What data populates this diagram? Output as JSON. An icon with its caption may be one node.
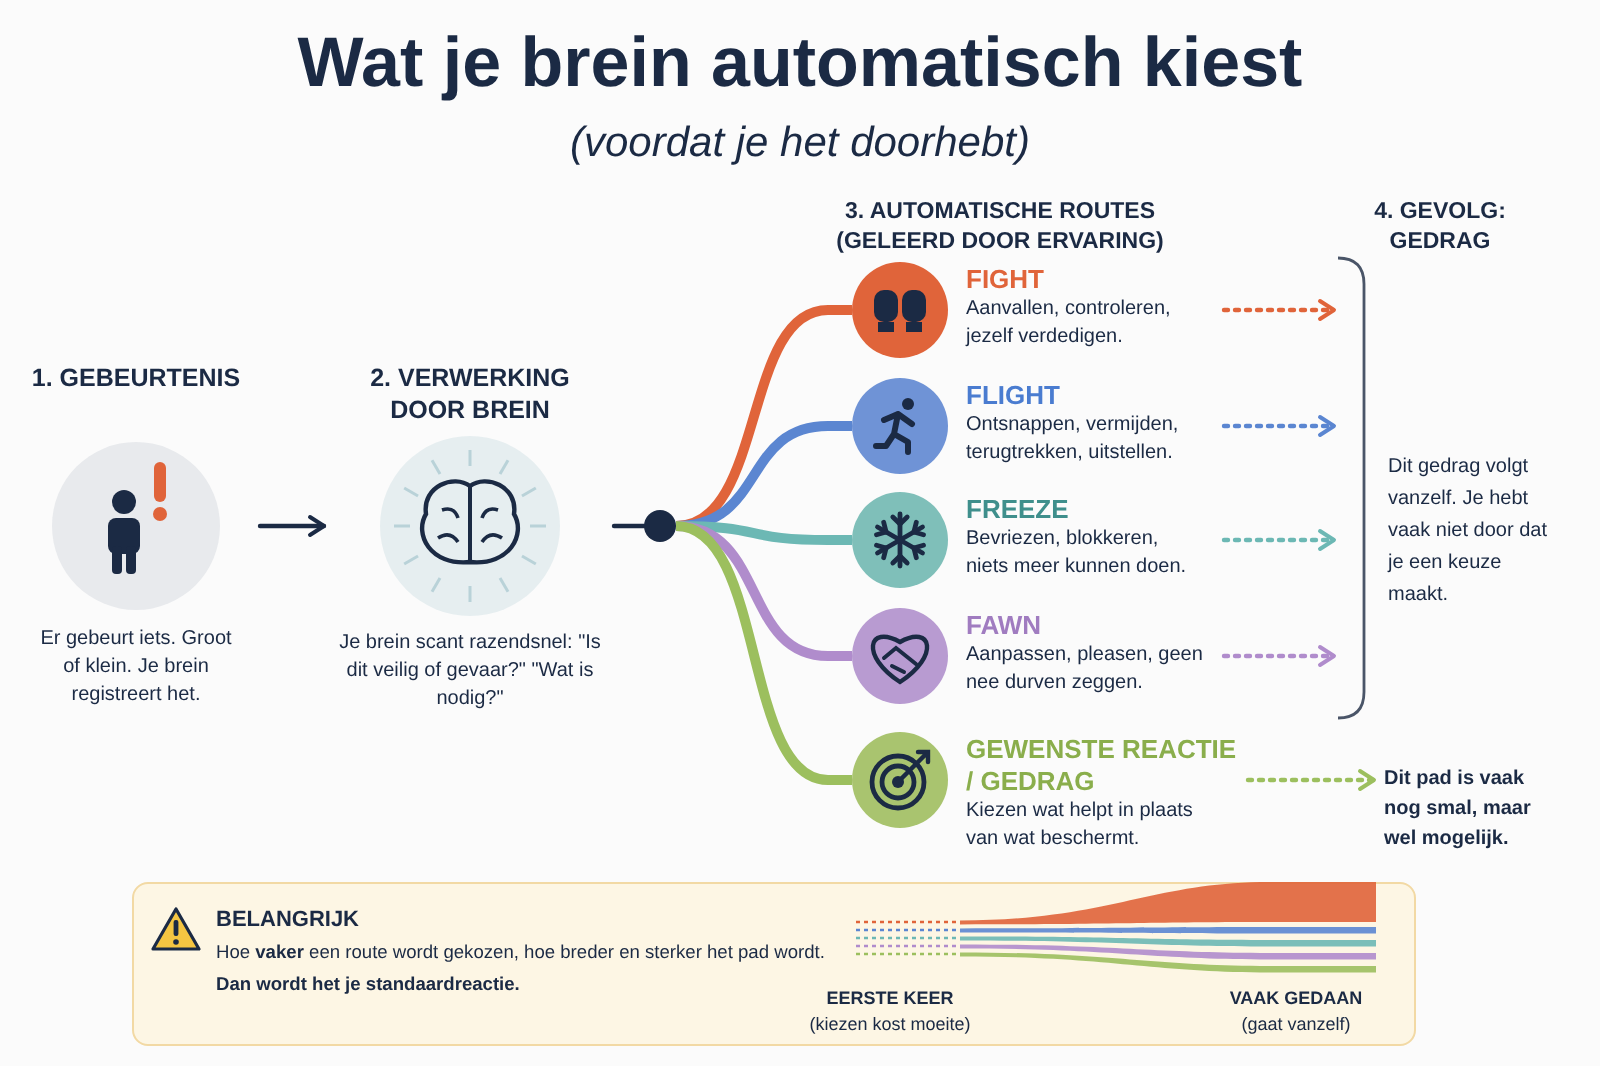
{
  "diagram": {
    "title": "Wat je brein automatisch kiest",
    "nodes": [
      {
        "text": [
          "1. GEBEURTENIS",
          "Er gebeurt iets. Groot of klein. Je brein registreert het."
        ]
      },
      {
        "text": [
          "2. VERWERKING DOOR BREIN",
          "Je brein scant razendsnel: \"Is dit veilig of gevaar?\" \"Wat is nodig?\""
        ]
      },
      {
        "text": [],
        "shape": "circle"
      },
      {
        "text": [
          "FIGHT",
          "Aanvallen, controleren, jezelf verdedigen."
        ]
      },
      {
        "text": [
          "FLIGHT",
          "Ontsnappen, vermijden, terugtrekken, uitstellen."
        ]
      },
      {
        "text": [
          "FREEZE",
          "Bevriezen, blokkeren, niets meer kunnen doen."
        ]
      },
      {
        "text": [
          "FAWN",
          "Aanpassen, pleasen, geen nee durven zeggen."
        ]
      },
      {
        "text": [
          "GEWENSTE REACTIE / GEDRAG",
          "Kiezen wat helpt in plaats van wat beschermt."
        ]
      },
      {
        "text": [
          "Dit gedrag volgt vanzelf. Je hebt vaak niet door dat je een keuze maakt."
        ]
      },
      {
        "text": [
          "Dit pad is vaak nog smal, maar wel mogelijk."
        ]
      },
      {
        "text": [
          "BELANGRIJK",
          "Hoe **vaker** een route wordt gekozen, hoe breder en sterker het pad wordt.",
          "Dan wordt het je standaardreactie."
        ]
      }
    ],
    "edges": [
      {
        "from": 0,
        "to": 1,
        "arrow": "to"
      },
      {
        "from": 1,
        "to": 2,
        "arrow": "none"
      },
      {
        "from": 2,
        "to": 3,
        "arrow": "none",
        "style": "thick",
        "color": "#e0643a"
      },
      {
        "from": 2,
        "to": 4,
        "arrow": "none",
        "style": "thick",
        "color": "#5b86d1"
      },
      {
        "from": 2,
        "to": 5,
        "arrow": "none",
        "style": "thick",
        "color": "#6cb8b4"
      },
      {
        "from": 2,
        "to": 6,
        "arrow": "none",
        "style": "thick",
        "color": "#b08ccc"
      },
      {
        "from": 2,
        "to": 7,
        "arrow": "none",
        "style": "thick",
        "color": "#9cbf5e"
      },
      {
        "from": 3,
        "to": 8,
        "arrow": "to",
        "style": "dashed",
        "color": "#e0643a"
      },
      {
        "from": 4,
        "to": 8,
        "arrow": "to",
        "style": "dashed",
        "color": "#5b86d1"
      },
      {
        "from": 5,
        "to": 8,
        "arrow": "to",
        "style": "dashed",
        "color": "#6cb8b4"
      },
      {
        "from": 6,
        "to": 8,
        "arrow": "to",
        "style": "dashed",
        "color": "#b08ccc"
      },
      {
        "from": 7,
        "to": 9,
        "arrow": "to",
        "style": "dashed",
        "color": "#9cbf5e"
      }
    ],
    "labels": [
      "(voordat je het doorhebt)",
      "3. AUTOMATISCHE ROUTES (GELEERD DOOR ERVARING)",
      "4. GEVOLG: GEDRAG",
      "EERSTE KEER",
      "(kiezen kost moeite)",
      "VAAK GEDAAN",
      "(gaat vanzelf)"
    ]
  }
}
